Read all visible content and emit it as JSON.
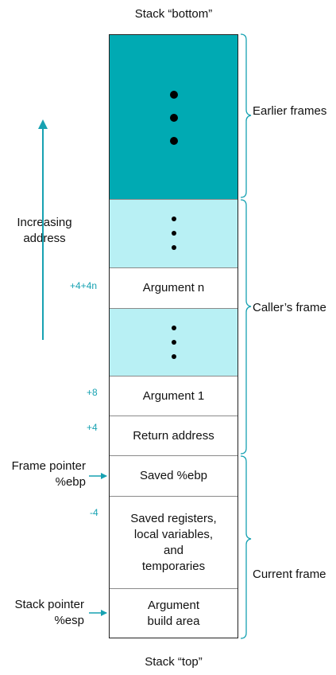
{
  "title_bottom": "Stack “bottom”",
  "title_top": "Stack “top”",
  "colors": {
    "earlier": "#00aab3",
    "caller_fill": "#b8f0f4",
    "accent": "#17a2b2",
    "border": "#222222"
  },
  "direction_label": [
    "Increasing",
    "address"
  ],
  "cells": {
    "argument_n": "Argument n",
    "argument_1": "Argument 1",
    "return_address": "Return address",
    "saved_ebp": "Saved %ebp",
    "saved_registers": [
      "Saved registers,",
      "local variables,",
      "and",
      "temporaries"
    ],
    "argument_build": [
      "Argument",
      "build area"
    ]
  },
  "offsets": {
    "argument_n": "+4+4n",
    "argument_1": "+8",
    "return_address": "+4",
    "saved_registers": "-4"
  },
  "pointers": {
    "frame_pointer": [
      "Frame pointer",
      "%ebp"
    ],
    "stack_pointer": [
      "Stack pointer",
      "%esp"
    ]
  },
  "brackets": {
    "earlier": "Earlier frames",
    "caller": "Caller’s frame",
    "current": "Current frame"
  }
}
